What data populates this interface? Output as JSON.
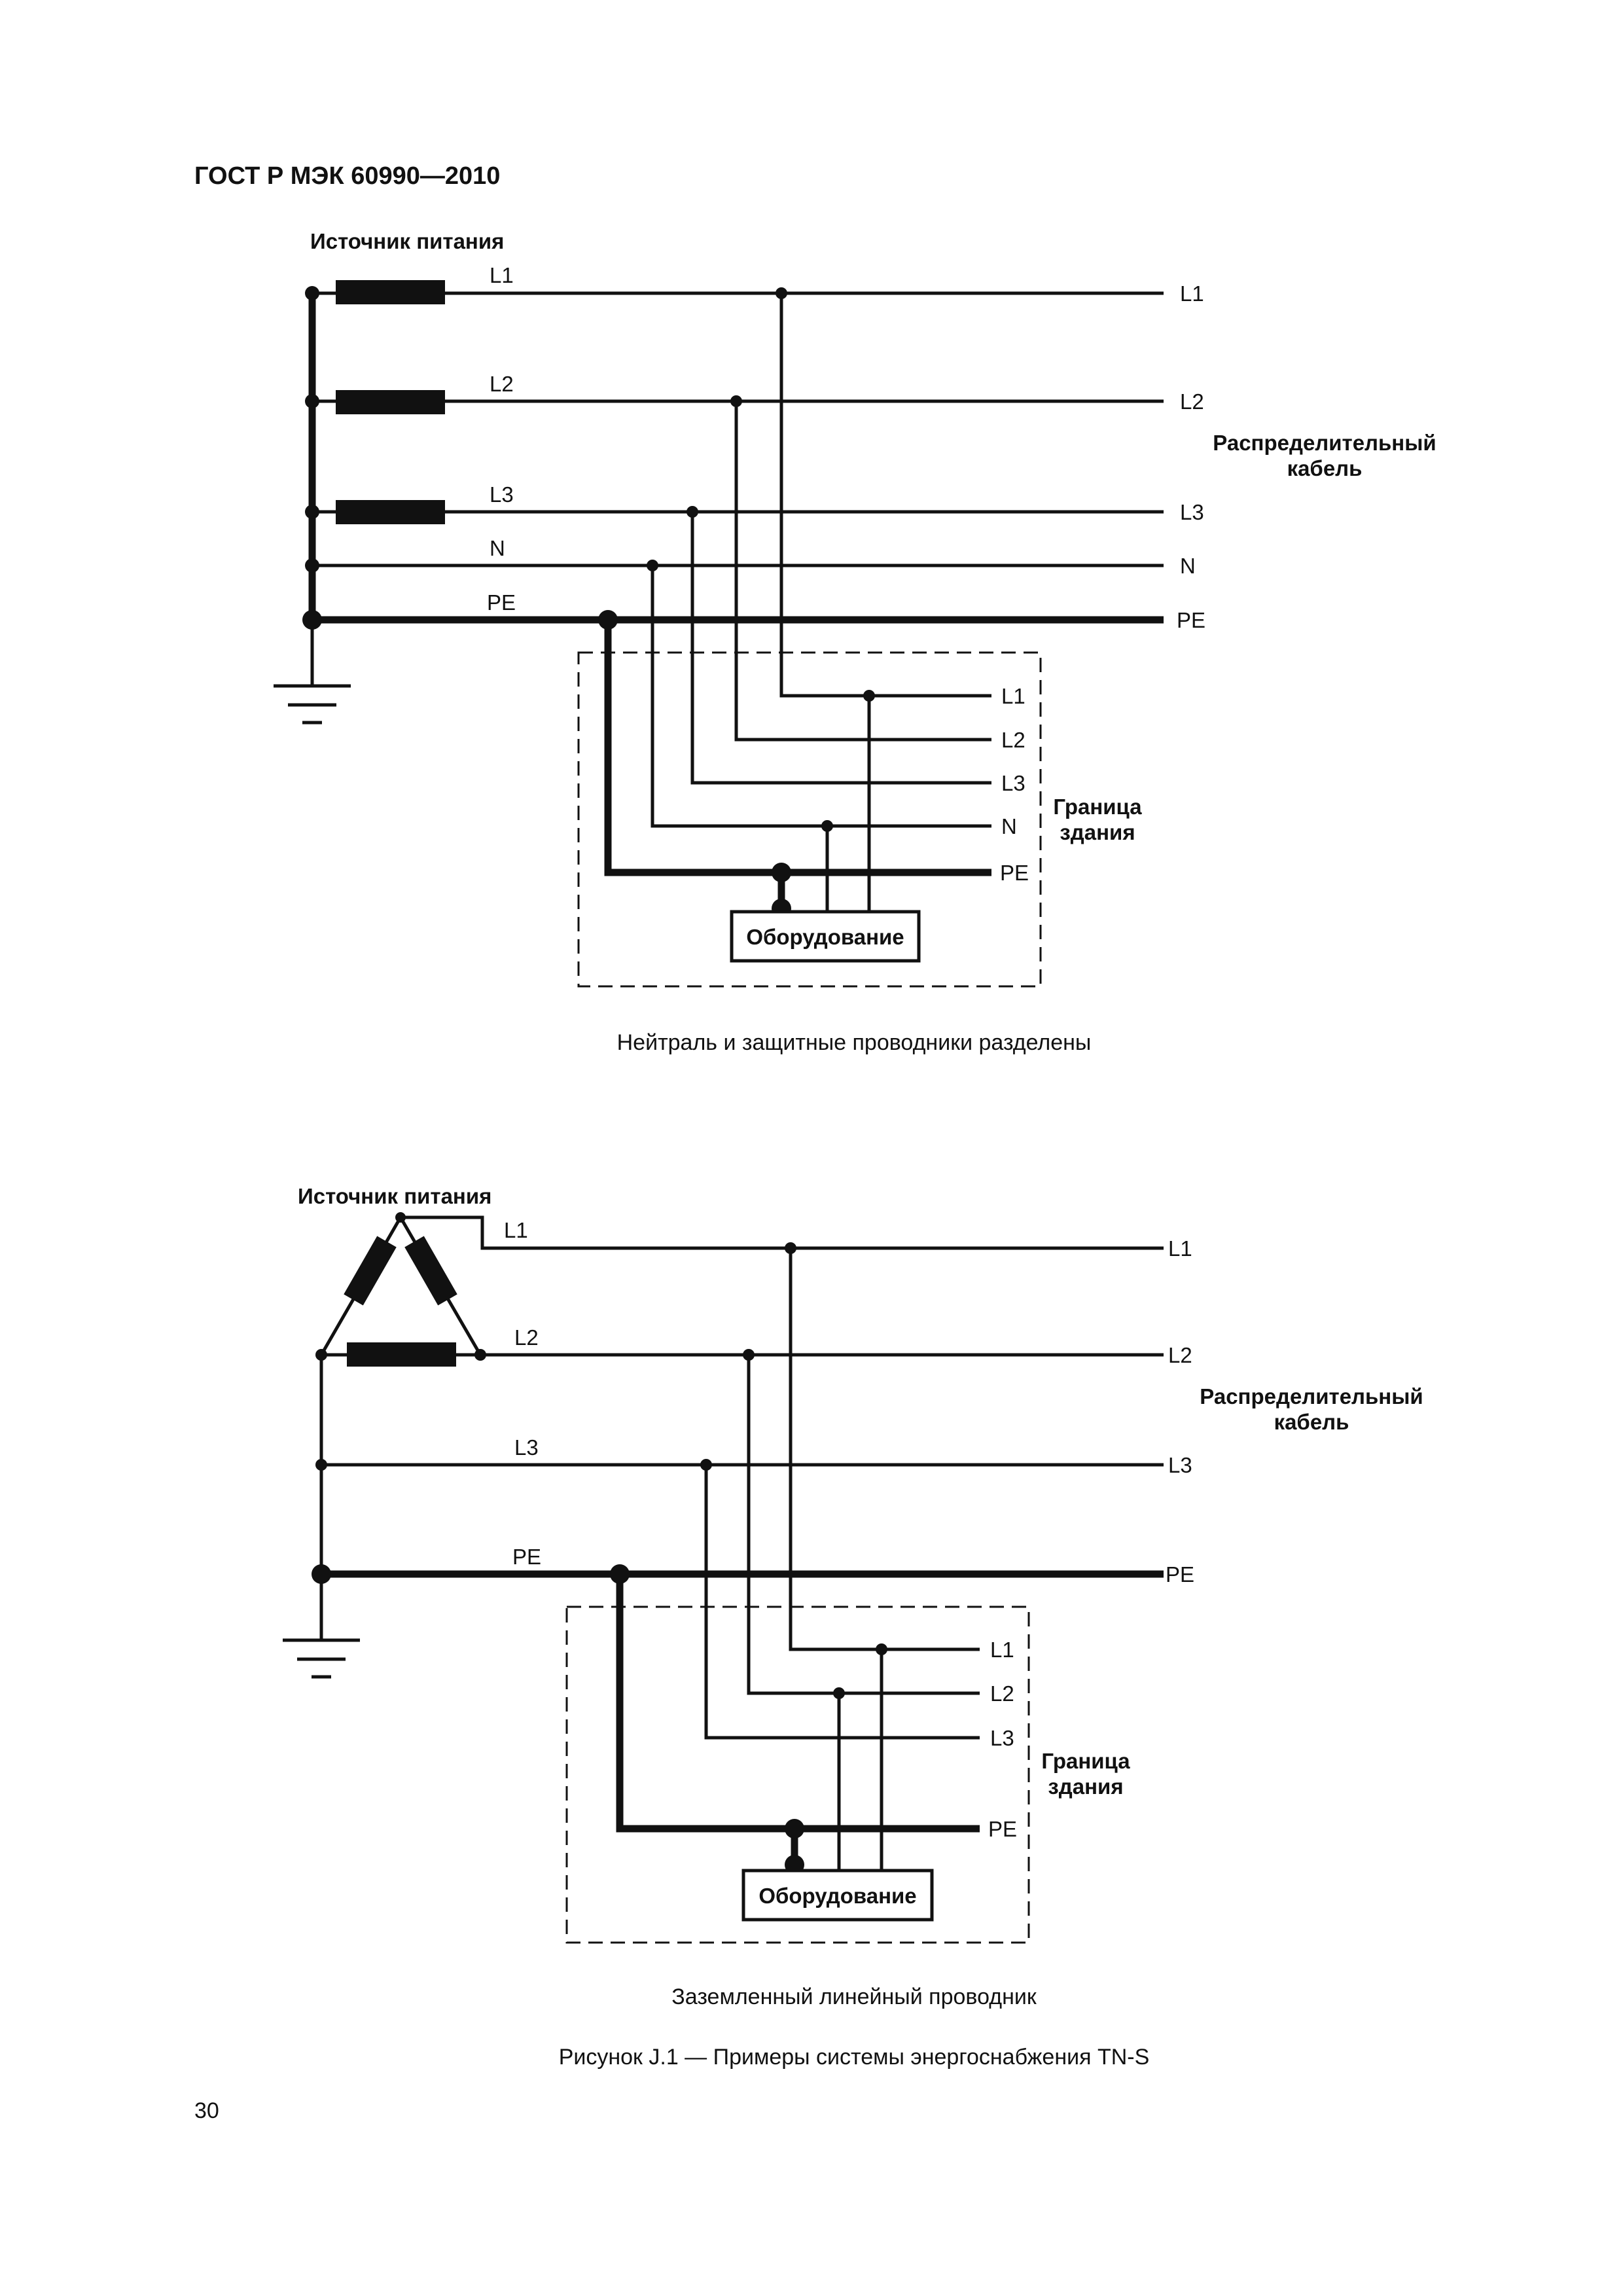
{
  "header": {
    "doc_code": "ГОСТ Р МЭК 60990—2010"
  },
  "page_number": "30",
  "diagram1": {
    "source_label": "Источник питания",
    "bus_labels": {
      "l1": "L1",
      "l2": "L2",
      "l3": "L3",
      "n": "N",
      "pe": "PE"
    },
    "cable_label_line1": "Распределительный",
    "cable_label_line2": "кабель",
    "building_label_line1": "Граница",
    "building_label_line2": "здания",
    "equipment_label": "Оборудование",
    "caption": "Нейтраль и защитные проводники разделены"
  },
  "diagram2": {
    "source_label": "Источник питания",
    "bus_labels": {
      "l1": "L1",
      "l2": "L2",
      "l3": "L3",
      "pe": "PE"
    },
    "cable_label_line1": "Распределительный",
    "cable_label_line2": "кабель",
    "building_label_line1": "Граница",
    "building_label_line2": "здания",
    "equipment_label": "Оборудование",
    "caption": "Заземленный линейный проводник"
  },
  "figure_caption": "Рисунок J.1 — Примеры системы энергоснабжения TN-S"
}
